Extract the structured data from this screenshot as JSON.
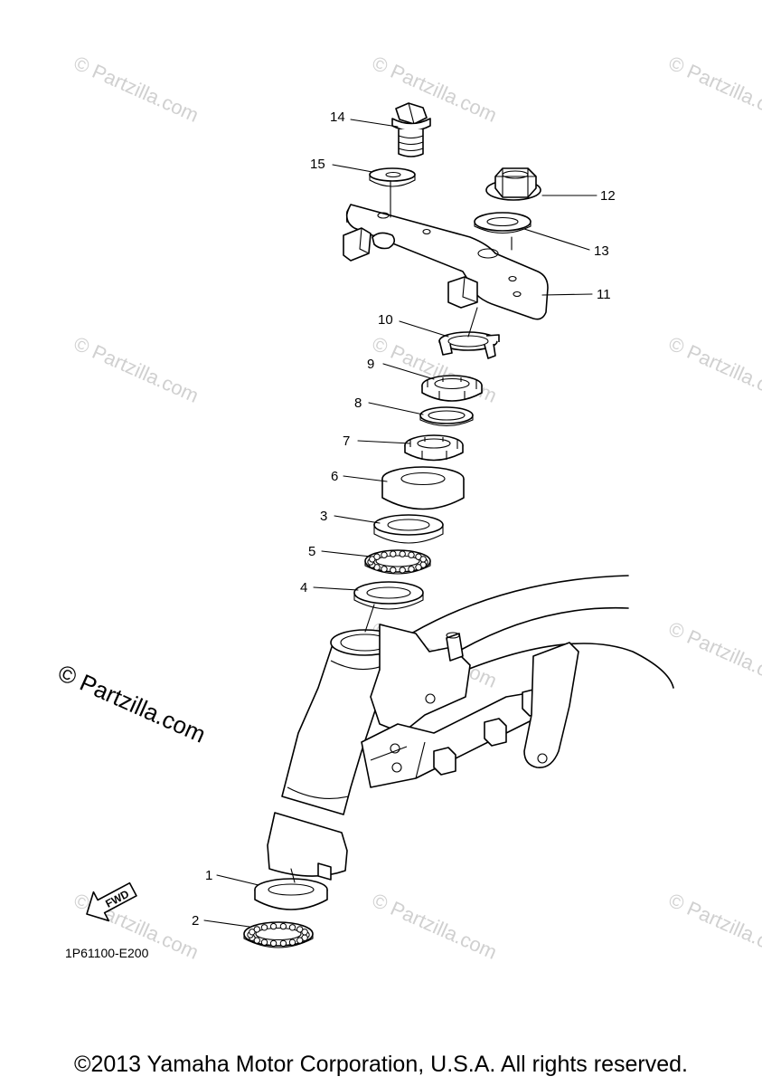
{
  "diagram": {
    "code": "1P61100-E200",
    "copyright": "©2013 Yamaha Motor Corporation, U.S.A. All rights reserved.",
    "watermark_large": "© Partzilla.com",
    "watermark_small": "© Partzilla.com",
    "fwd_label": "FWD",
    "part_labels": [
      "1",
      "2",
      "3",
      "4",
      "5",
      "6",
      "7",
      "8",
      "9",
      "10",
      "11",
      "12",
      "13",
      "14",
      "15"
    ]
  }
}
